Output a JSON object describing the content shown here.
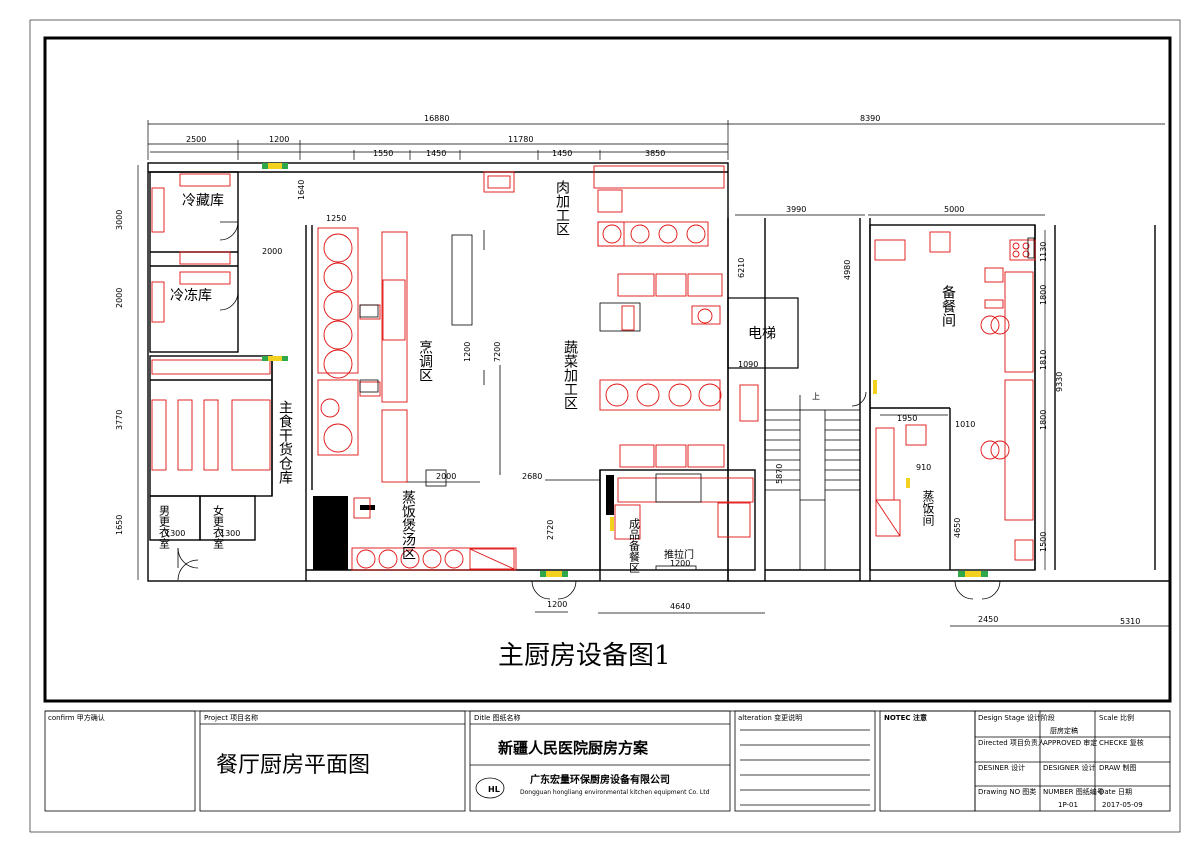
{
  "drawing": {
    "main_title": "主厨房设备图1",
    "dimensions": {
      "overall_top": "16880",
      "top_right": "8390",
      "d2500": "2500",
      "d1200_top": "1200",
      "d11780": "11780",
      "d1550": "1550",
      "d1450a": "1450",
      "d1450b": "1450",
      "d3850": "3850",
      "d1640": "1640",
      "d1250": "1250",
      "d3000": "3000",
      "d2000_left": "2000",
      "d2000_v": "2000",
      "d3770": "3770",
      "d1650": "1650",
      "d1300a": "1300",
      "d1300b": "1300",
      "d7200": "7200",
      "d1200_mid": "1200",
      "d2000_bottom": "2000",
      "d2680": "2680",
      "d2720": "2720",
      "d1200_door": "1200",
      "d4640": "4640",
      "d6210": "6210",
      "d3990": "3990",
      "d4980": "4980",
      "d1090": "1090",
      "d5000": "5000",
      "d1950": "1950",
      "d1010": "1010",
      "d910": "910",
      "d4650": "4650",
      "d1130": "1130",
      "d1800a": "1800",
      "d1810": "1810",
      "d1800b": "1800",
      "d1500": "1500",
      "d9330": "9330",
      "d2450": "2450",
      "d5310": "5310",
      "d1200_bottom": "1200",
      "d1200_push": "1200",
      "d5870": "5870"
    },
    "rooms": {
      "cold_storage": "冷藏库",
      "freezer": "冷冻库",
      "dry_store": "主食干货仓库",
      "male_locker": "男更衣室",
      "female_locker": "女更衣室",
      "cooking_zone": "烹调区",
      "meat_zone": "肉加工区",
      "veg_zone": "蔬菜加工区",
      "steam_zone": "蒸饭煲汤区",
      "finished_zone": "成品备餐区",
      "elevator": "电梯",
      "prep_room": "备餐间",
      "steam_room": "蒸饭间",
      "push_door": "推拉门",
      "stairs_up": "上"
    }
  },
  "title_block": {
    "confirm_label": "confirm 甲方确认",
    "project_label": "Project 项目名称",
    "project_name": "餐厅厨房平面图",
    "title_label": "Ditle 图纸名称",
    "title_value": "新疆人民医院厨房方案",
    "company_cn": "广东宏量环保厨房设备有限公司",
    "company_en": "Dongguan hongliang environmental kitchen equipment Co. Ltd",
    "alteration_label": "alteration 变更说明",
    "notec_label": "NOTEC  注意",
    "design_stage_label": "Design Stage 设计阶段",
    "design_stage_value": "厨房定稿",
    "scale_label": "Scale 比例",
    "directed_label": "Directed 项目负责人",
    "approved_label": "APPROVED 审定",
    "checke_label": "CHECKE 复核",
    "designer_label1": "DESINER 设计",
    "designer_label2": "DESIGNER 设计",
    "draw_label": "DRAW 制图",
    "drawing_no_label": "Drawing NO 图类",
    "number_label": "NUMBER 图纸编号",
    "date_label": "Date 日期",
    "number_value": "1P-01",
    "date_value": "2017-05-09"
  }
}
